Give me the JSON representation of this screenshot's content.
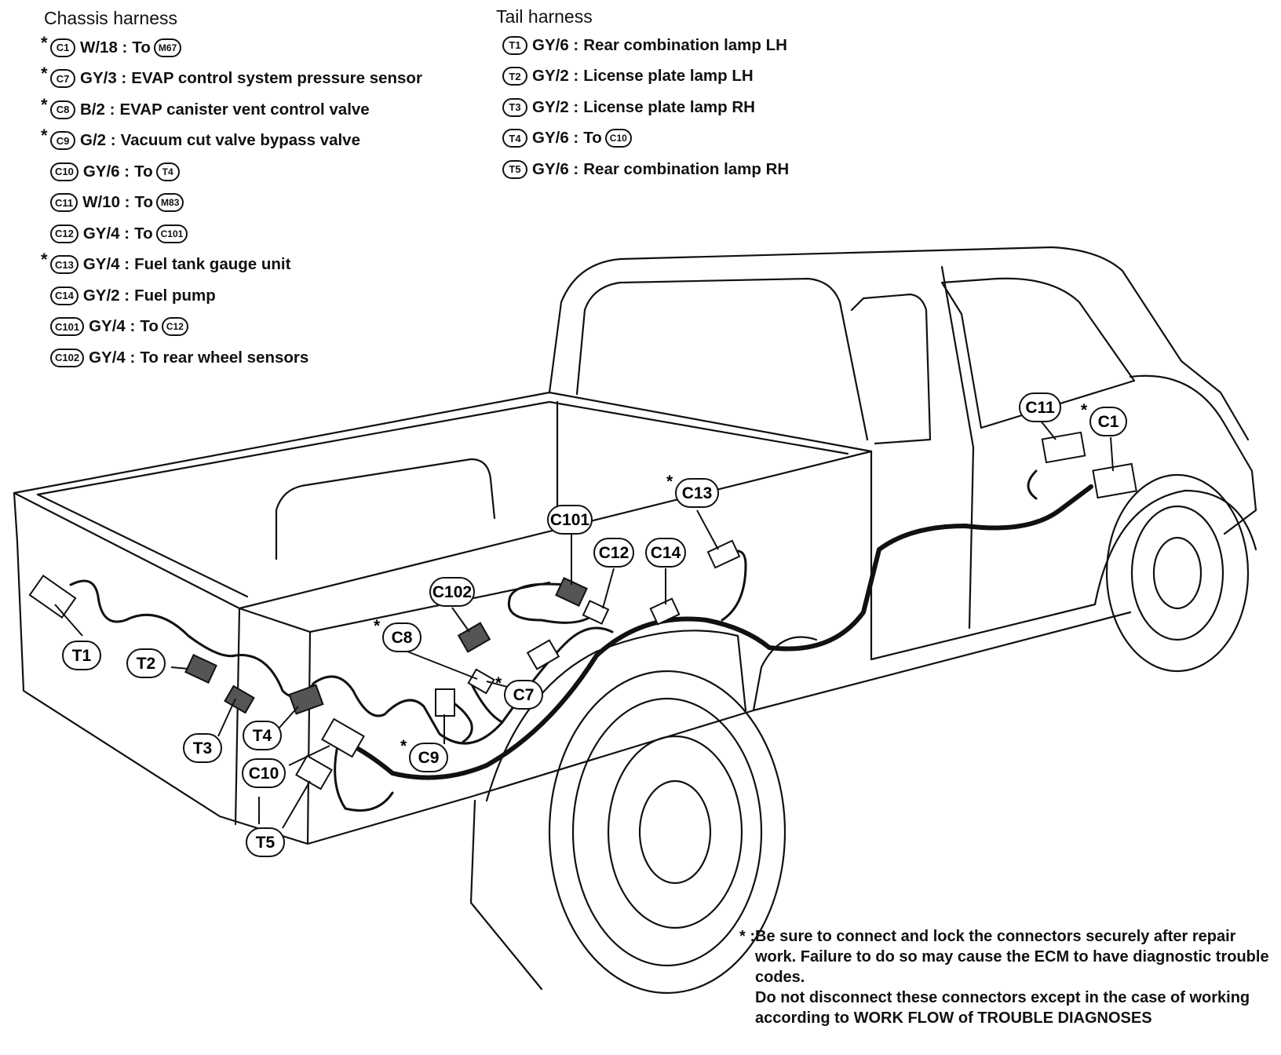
{
  "chassis": {
    "title": "Chassis harness",
    "rows": [
      {
        "star": "*",
        "id": "C1",
        "spec": "W/18 :",
        "text": "To",
        "ref": "M67"
      },
      {
        "star": "*",
        "id": "C7",
        "spec": "GY/3 :",
        "text": "EVAP control system pressure sensor",
        "ref": ""
      },
      {
        "star": "*",
        "id": "C8",
        "spec": "B/2 :",
        "text": "EVAP canister vent control valve",
        "ref": ""
      },
      {
        "star": "*",
        "id": "C9",
        "spec": "G/2 :",
        "text": "Vacuum cut valve bypass valve",
        "ref": ""
      },
      {
        "star": "",
        "id": "C10",
        "spec": "GY/6 :",
        "text": "To",
        "ref": "T4"
      },
      {
        "star": "",
        "id": "C11",
        "spec": "W/10 :",
        "text": "To",
        "ref": "M83"
      },
      {
        "star": "",
        "id": "C12",
        "spec": "GY/4 :",
        "text": "To",
        "ref": "C101"
      },
      {
        "star": "*",
        "id": "C13",
        "spec": "GY/4 :",
        "text": "Fuel tank gauge unit",
        "ref": ""
      },
      {
        "star": "",
        "id": "C14",
        "spec": "GY/2 :",
        "text": "Fuel pump",
        "ref": ""
      },
      {
        "star": "",
        "id": "C101",
        "spec": "GY/4 :",
        "text": "To",
        "ref": "C12"
      },
      {
        "star": "",
        "id": "C102",
        "spec": "GY/4 :",
        "text": "To rear wheel sensors",
        "ref": ""
      }
    ]
  },
  "tail": {
    "title": "Tail harness",
    "rows": [
      {
        "star": "",
        "id": "T1",
        "spec": "GY/6 :",
        "text": "Rear combination lamp LH",
        "ref": ""
      },
      {
        "star": "",
        "id": "T2",
        "spec": "GY/2 :",
        "text": "License plate lamp LH",
        "ref": ""
      },
      {
        "star": "",
        "id": "T3",
        "spec": "GY/2 :",
        "text": "License plate lamp RH",
        "ref": ""
      },
      {
        "star": "",
        "id": "T4",
        "spec": "GY/6 :",
        "text": "To",
        "ref": "C10"
      },
      {
        "star": "",
        "id": "T5",
        "spec": "GY/6 :",
        "text": "Rear combination lamp RH",
        "ref": ""
      }
    ]
  },
  "callouts": [
    {
      "label": "C11",
      "star": ""
    },
    {
      "label": "C1",
      "star": "*"
    },
    {
      "label": "C13",
      "star": "*"
    },
    {
      "label": "C101",
      "star": ""
    },
    {
      "label": "C12",
      "star": ""
    },
    {
      "label": "C14",
      "star": ""
    },
    {
      "label": "C102",
      "star": ""
    },
    {
      "label": "C8",
      "star": "*"
    },
    {
      "label": "C7",
      "star": "*"
    },
    {
      "label": "C9",
      "star": "*"
    },
    {
      "label": "T1",
      "star": ""
    },
    {
      "label": "T2",
      "star": ""
    },
    {
      "label": "T3",
      "star": ""
    },
    {
      "label": "T4",
      "star": ""
    },
    {
      "label": "C10",
      "star": ""
    },
    {
      "label": "T5",
      "star": ""
    }
  ],
  "note": {
    "asterisk": "* :",
    "line1": "Be sure to connect and lock the connectors securely after repair work. Failure to do so may cause the ECM to have diagnostic trouble codes.",
    "line2": "Do not disconnect these connectors except in the case of working according to WORK FLOW of TROUBLE DIAGNOSES"
  }
}
